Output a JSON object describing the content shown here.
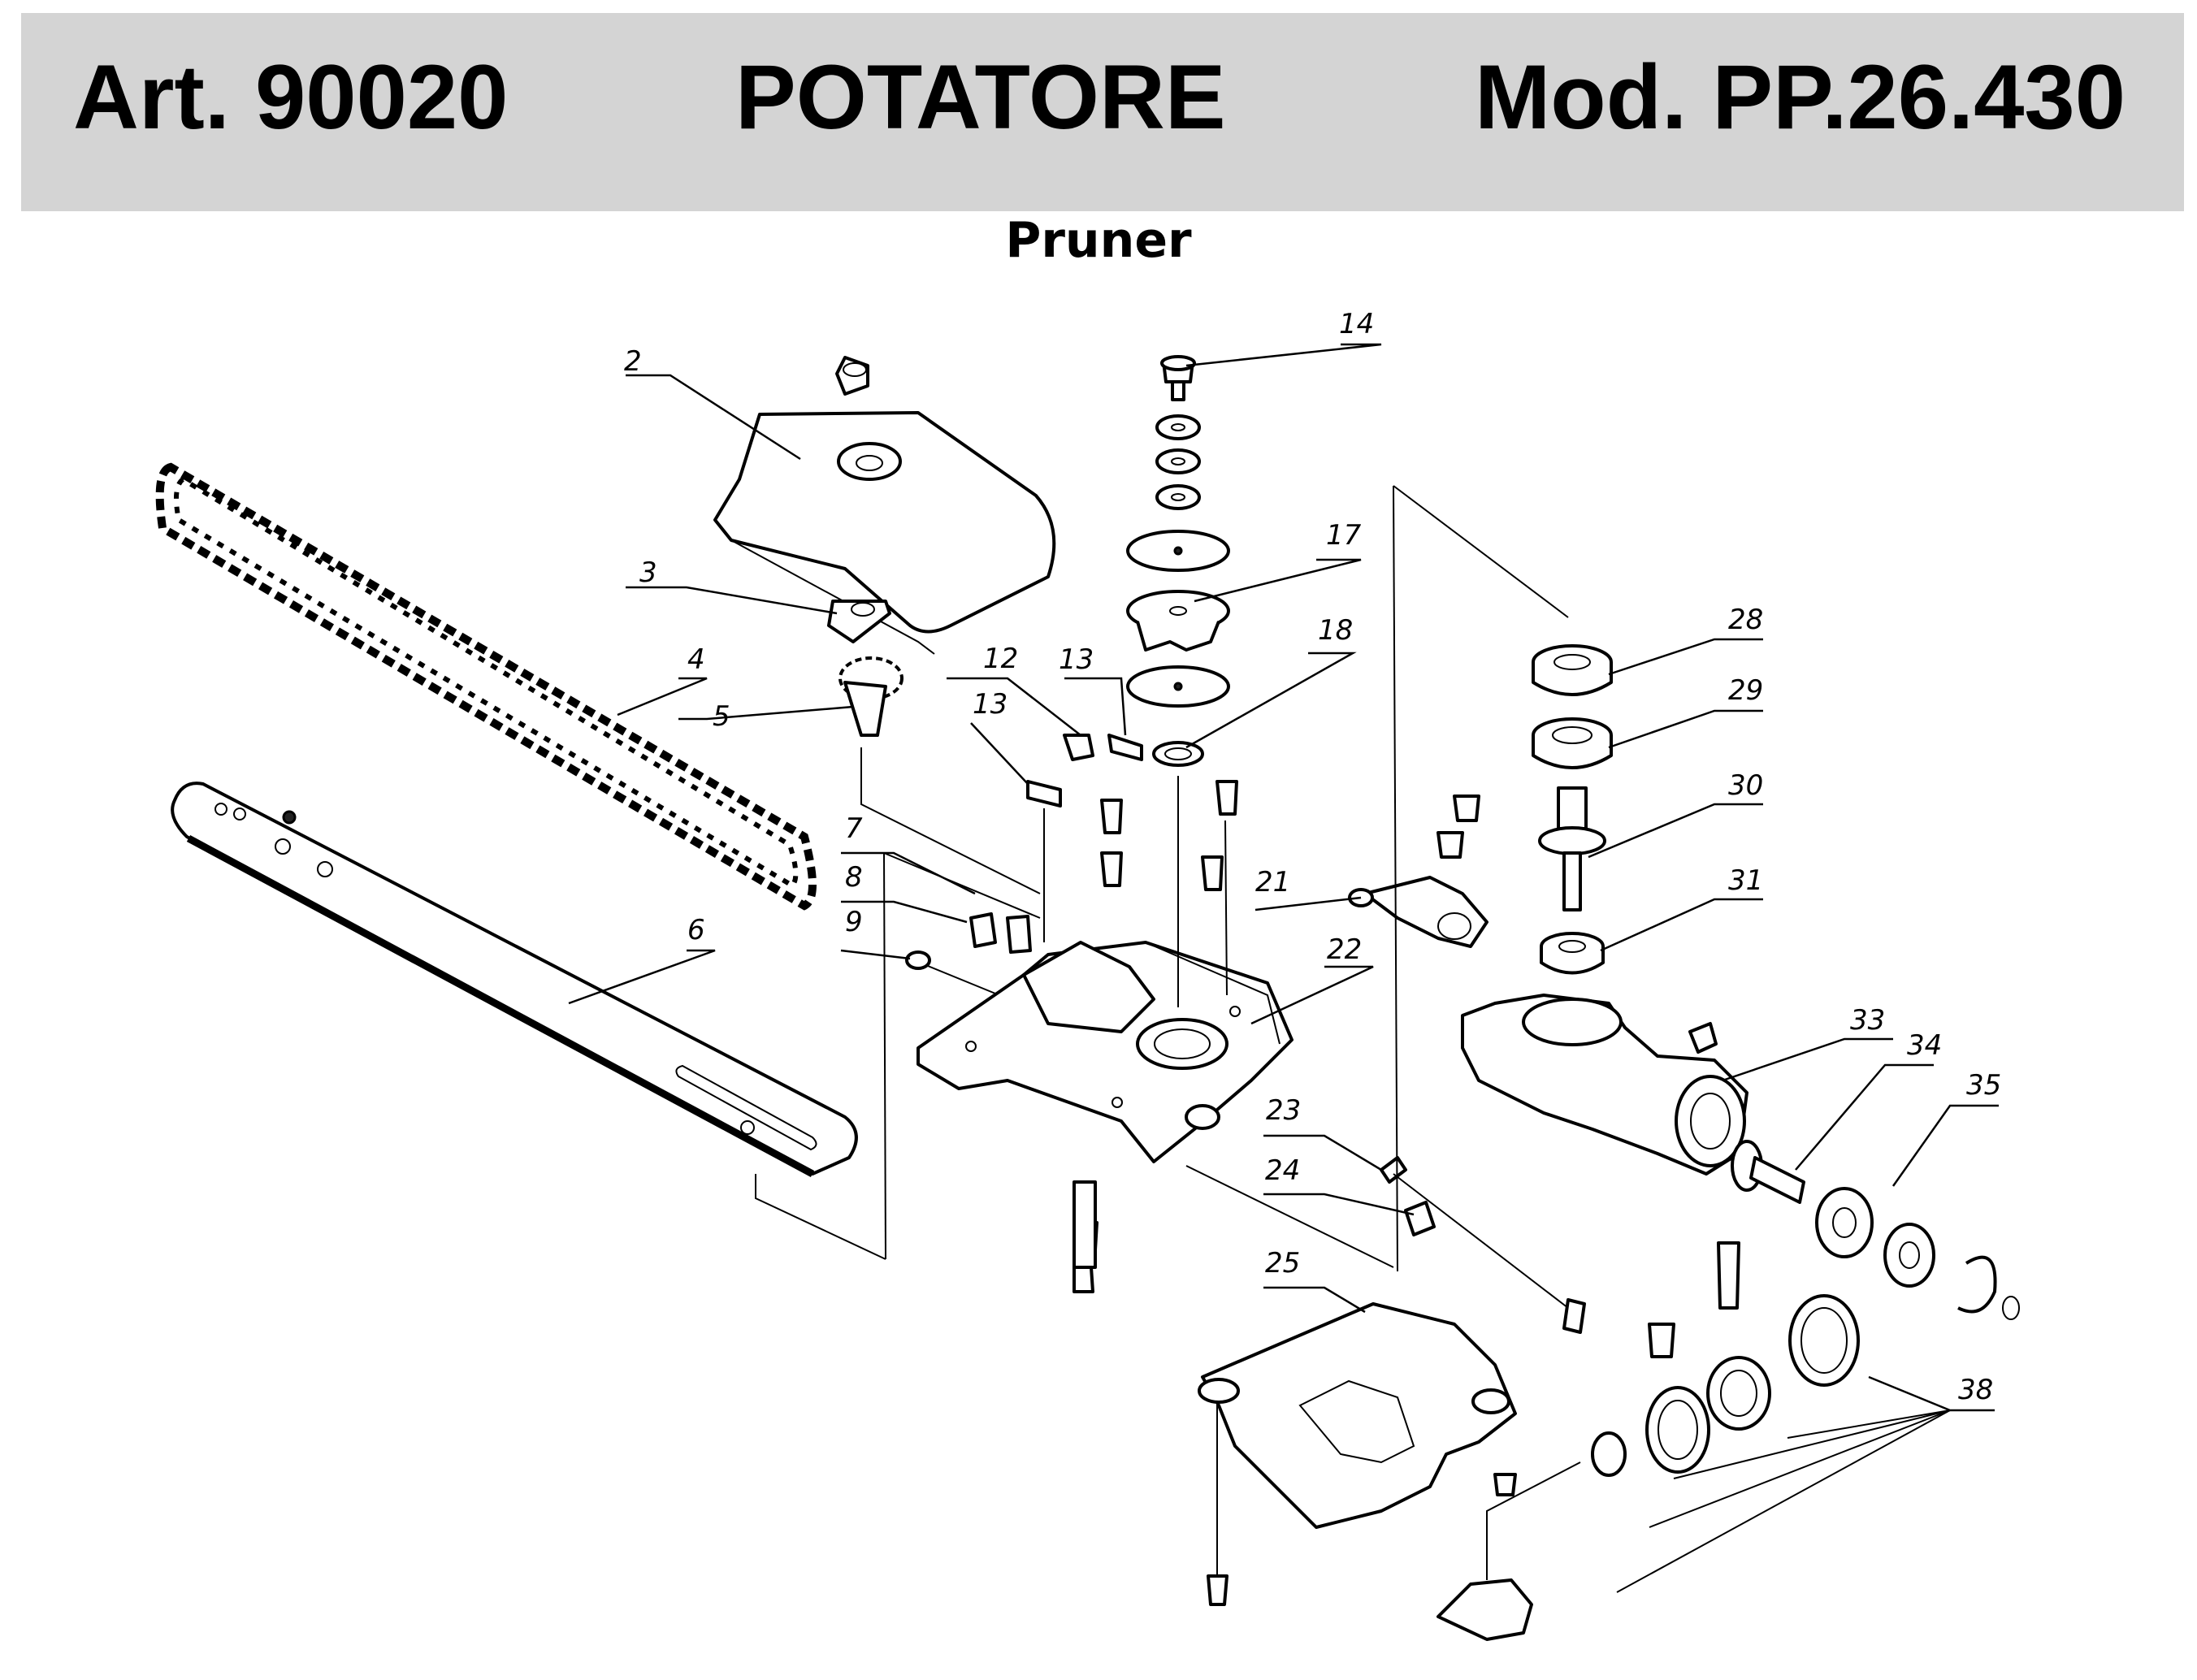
{
  "header": {
    "article": "Art. 90020",
    "title": "POTATORE",
    "model": "Mod. PP.26.430"
  },
  "subtitle": "Pruner",
  "part_labels": {
    "p2": "2",
    "p3": "3",
    "p4": "4",
    "p5": "5",
    "p6": "6",
    "p7": "7",
    "p8": "8",
    "p9": "9",
    "p12": "12",
    "p13a": "13",
    "p13b": "13",
    "p14": "14",
    "p17": "17",
    "p18": "18",
    "p21": "21",
    "p22": "22",
    "p23": "23",
    "p24": "24",
    "p25": "25",
    "p28": "28",
    "p29": "29",
    "p30": "30",
    "p31": "31",
    "p33": "33",
    "p34": "34",
    "p35": "35",
    "p38": "38"
  }
}
